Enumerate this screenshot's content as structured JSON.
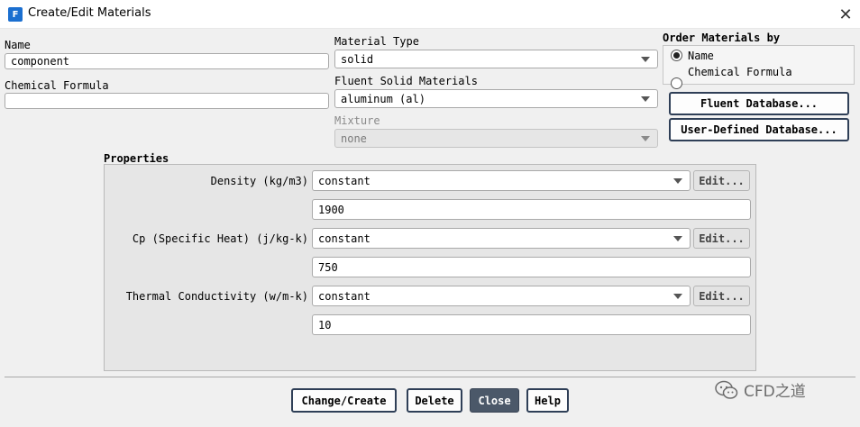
{
  "window": {
    "title": "Create/Edit Materials",
    "icon_letter": "F"
  },
  "name_field": {
    "label": "Name",
    "value": "component"
  },
  "formula_field": {
    "label": "Chemical Formula",
    "value": ""
  },
  "material_type": {
    "label": "Material Type",
    "value": "solid"
  },
  "fluent_solid": {
    "label": "Fluent Solid Materials",
    "value": "aluminum (al)"
  },
  "mixture": {
    "label": "Mixture",
    "value": "none"
  },
  "order": {
    "label": "Order Materials by",
    "options": [
      {
        "label": "Name",
        "checked": true
      },
      {
        "label": "Chemical Formula",
        "checked": false
      }
    ]
  },
  "database_buttons": {
    "fluent": "Fluent Database...",
    "user": "User-Defined Database..."
  },
  "properties": {
    "title": "Properties",
    "rows": [
      {
        "label": "Density (kg/m3)",
        "method": "constant",
        "edit": "Edit...",
        "value": "1900"
      },
      {
        "label": "Cp (Specific Heat) (j/kg-k)",
        "method": "constant",
        "edit": "Edit...",
        "value": "750"
      },
      {
        "label": "Thermal Conductivity (w/m-k)",
        "method": "constant",
        "edit": "Edit...",
        "value": "10"
      }
    ]
  },
  "footer": {
    "change_create": "Change/Create",
    "delete": "Delete",
    "close": "Close",
    "help": "Help"
  },
  "watermark": {
    "text": "CFD之道"
  },
  "colors": {
    "close_button_bg": "#4b5869",
    "app_icon": "#1b6fd0"
  }
}
